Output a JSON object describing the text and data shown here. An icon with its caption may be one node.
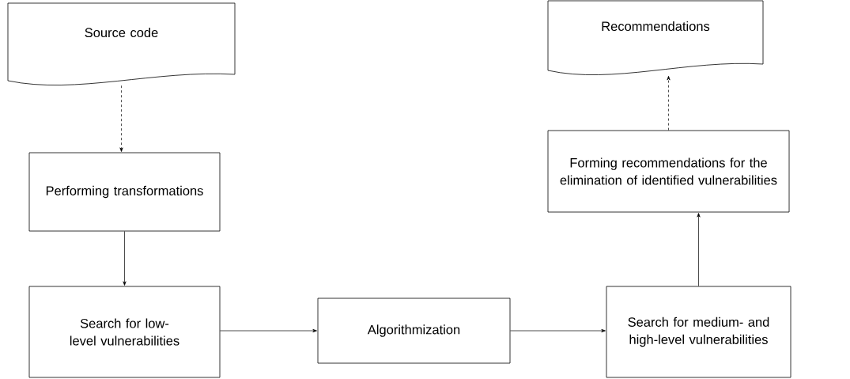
{
  "diagram": {
    "nodes": [
      {
        "text": [
          "Source code"
        ]
      },
      {
        "text": [
          "Recommendations"
        ]
      },
      {
        "text": [
          "Performing transformations"
        ]
      },
      {
        "text": [
          "Forming recommendations for the elimination of identified vulnerabilities"
        ]
      },
      {
        "text": [
          "Search for low-level vulnerabilities"
        ]
      },
      {
        "text": [
          "Algorithmization"
        ]
      },
      {
        "text": [
          "Search for medium- and high-level vulnerabilities"
        ]
      }
    ],
    "edges": [
      {
        "from": 0,
        "to": 2,
        "arrow": "to",
        "style": "dashed"
      },
      {
        "from": 2,
        "to": 4,
        "arrow": "to"
      },
      {
        "from": 4,
        "to": 5,
        "arrow": "to"
      },
      {
        "from": 5,
        "to": 6,
        "arrow": "to"
      },
      {
        "from": 6,
        "to": 3,
        "arrow": "to"
      },
      {
        "from": 3,
        "to": 1,
        "arrow": "to",
        "style": "dashed"
      }
    ]
  }
}
